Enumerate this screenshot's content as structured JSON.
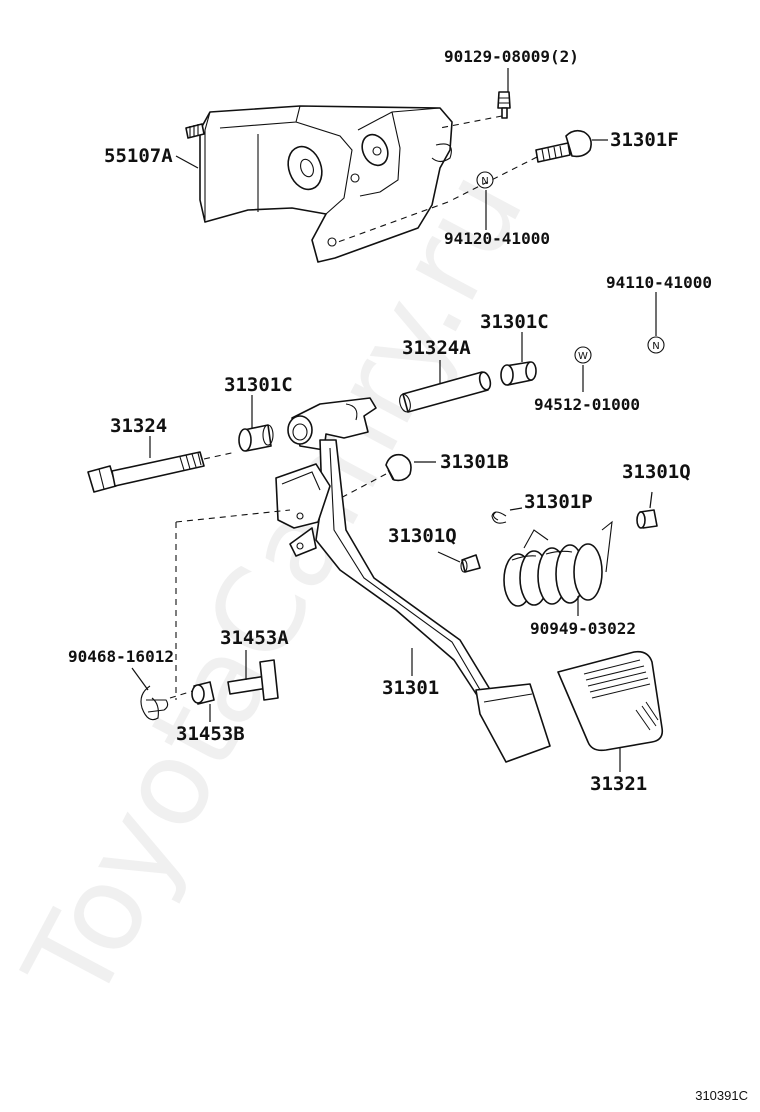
{
  "watermark": "ToyotaCamry.ru",
  "diagram_code": "310391C",
  "marker_letters": {
    "n": "N",
    "w": "W"
  },
  "parts": {
    "bolt_90129": "90129-08009(2)",
    "bracket_55107A": "55107A",
    "cushion_31301F": "31301F",
    "nut_94120": "94120-41000",
    "nut_94110": "94110-41000",
    "bushing_31301C_top": "31301C",
    "collar_31324A": "31324A",
    "washer_94512": "94512-01000",
    "bushing_31301C_left": "31301C",
    "bolt_31324": "31324",
    "cushion_31301B": "31301B",
    "bushing_31301Q_right": "31301Q",
    "clip_31301P": "31301P",
    "bushing_31301Q_left": "31301Q",
    "spring_90949": "90949-03022",
    "pin_31453A": "31453A",
    "pin_90468": "90468-16012",
    "pedal_31301": "31301",
    "bushing_31453B": "31453B",
    "pad_31321": "31321"
  }
}
